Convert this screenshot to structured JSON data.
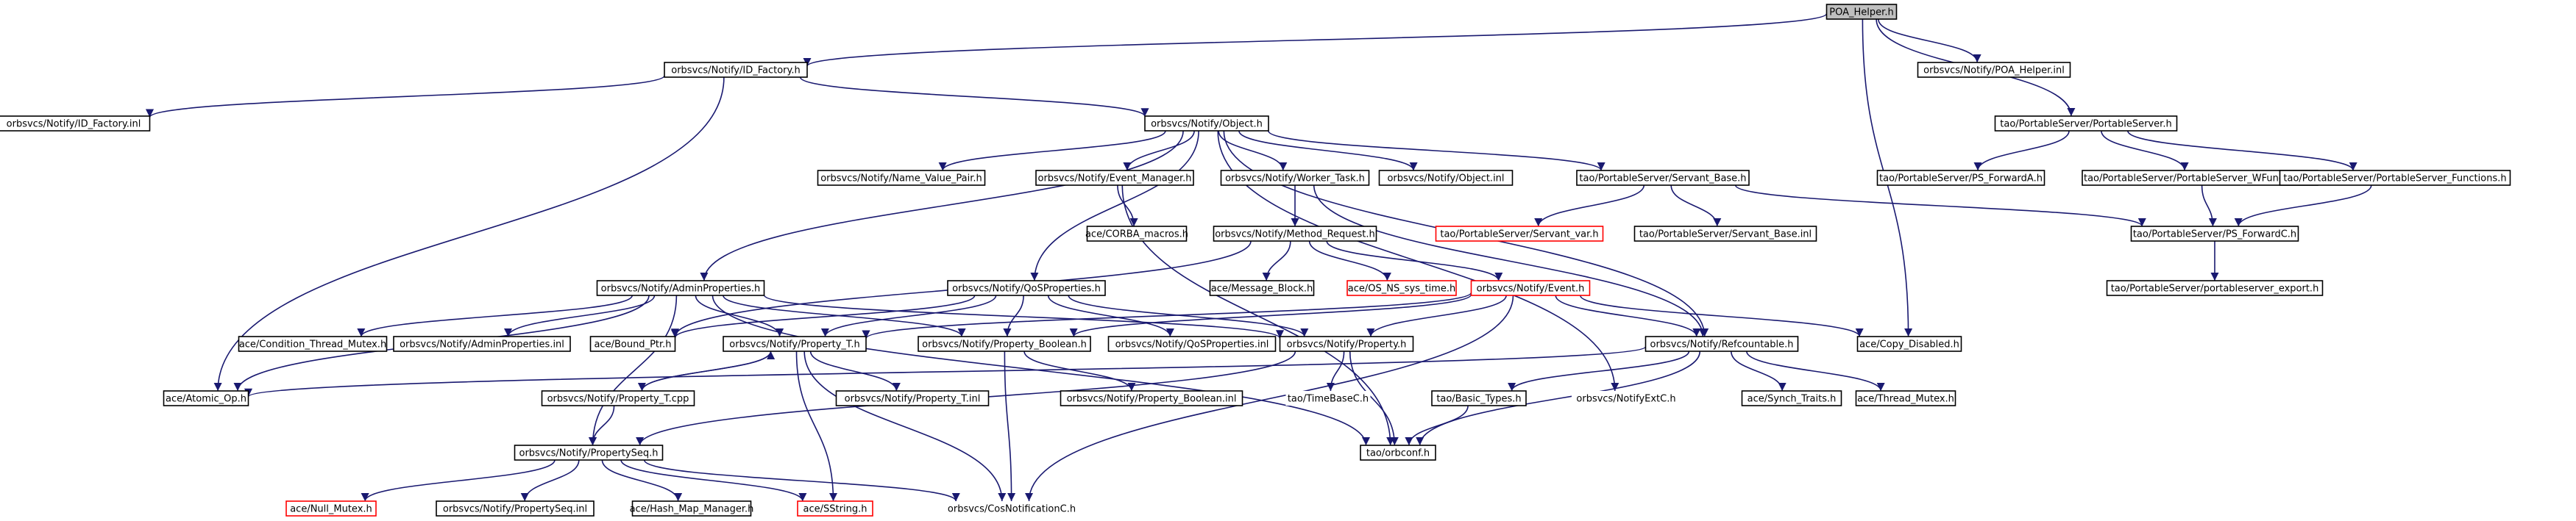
{
  "colors": {
    "edge": "#191970",
    "edge_gray": "#c0c0c0",
    "root_fill": "#bfbfbf",
    "box_stroke": "#000000",
    "red_stroke": "#ff0000",
    "gray_text": "#888888"
  },
  "nodes": [
    {
      "id": "n_poa",
      "label": "POA_Helper.h",
      "style": "root"
    },
    {
      "id": "n_idf",
      "label": "orbsvcs/Notify/ID_Factory.h",
      "style": "normal"
    },
    {
      "id": "n_poainl",
      "label": "orbsvcs/Notify/POA_Helper.inl",
      "style": "normal"
    },
    {
      "id": "n_ps",
      "label": "tao/PortableServer/PortableServer.h",
      "style": "normal"
    },
    {
      "id": "n_idfinl",
      "label": "orbsvcs/Notify/ID_Factory.inl",
      "style": "normal"
    },
    {
      "id": "n_obj",
      "label": "orbsvcs/Notify/Object.h",
      "style": "normal"
    },
    {
      "id": "n_psfa",
      "label": "tao/PortableServer/PS_ForwardA.h",
      "style": "normal"
    },
    {
      "id": "n_pswf",
      "label": "tao/PortableServer/PortableServer_WFunctions.h",
      "style": "normal"
    },
    {
      "id": "n_psfn",
      "label": "tao/PortableServer/PortableServer_Functions.h",
      "style": "normal"
    },
    {
      "id": "n_nvp",
      "label": "orbsvcs/Notify/Name_Value_Pair.h",
      "style": "normal"
    },
    {
      "id": "n_evm",
      "label": "orbsvcs/Notify/Event_Manager.h",
      "style": "normal"
    },
    {
      "id": "n_wt",
      "label": "orbsvcs/Notify/Worker_Task.h",
      "style": "normal"
    },
    {
      "id": "n_objinl",
      "label": "orbsvcs/Notify/Object.inl",
      "style": "normal"
    },
    {
      "id": "n_sb",
      "label": "tao/PortableServer/Servant_Base.h",
      "style": "normal"
    },
    {
      "id": "n_psfc",
      "label": "tao/PortableServer/PS_ForwardC.h",
      "style": "normal"
    },
    {
      "id": "n_corba",
      "label": "ace/CORBA_macros.h",
      "style": "normal"
    },
    {
      "id": "n_mr",
      "label": "orbsvcs/Notify/Method_Request.h",
      "style": "normal"
    },
    {
      "id": "n_svar",
      "label": "tao/PortableServer/Servant_var.h",
      "style": "red"
    },
    {
      "id": "n_sbinl",
      "label": "tao/PortableServer/Servant_Base.inl",
      "style": "normal"
    },
    {
      "id": "n_psexp",
      "label": "tao/PortableServer/portableserver_export.h",
      "style": "normal"
    },
    {
      "id": "n_mb",
      "label": "ace/Message_Block.h",
      "style": "normal"
    },
    {
      "id": "n_osns",
      "label": "ace/OS_NS_sys_time.h",
      "style": "red"
    },
    {
      "id": "n_ap",
      "label": "orbsvcs/Notify/AdminProperties.h",
      "style": "normal"
    },
    {
      "id": "n_qos",
      "label": "orbsvcs/Notify/QoSProperties.h",
      "style": "normal"
    },
    {
      "id": "n_ev",
      "label": "orbsvcs/Notify/Event.h",
      "style": "red"
    },
    {
      "id": "n_ctm",
      "label": "ace/Condition_Thread_Mutex.h",
      "style": "normal"
    },
    {
      "id": "n_apinl",
      "label": "orbsvcs/Notify/AdminProperties.inl",
      "style": "normal"
    },
    {
      "id": "n_bptr",
      "label": "ace/Bound_Ptr.h",
      "style": "normal"
    },
    {
      "id": "n_propt",
      "label": "orbsvcs/Notify/Property_T.h",
      "style": "normal"
    },
    {
      "id": "n_propb",
      "label": "orbsvcs/Notify/Property_Boolean.h",
      "style": "normal"
    },
    {
      "id": "n_qosinl",
      "label": "orbsvcs/Notify/QoSProperties.inl",
      "style": "normal"
    },
    {
      "id": "n_prop",
      "label": "orbsvcs/Notify/Property.h",
      "style": "normal"
    },
    {
      "id": "n_ref",
      "label": "orbsvcs/Notify/Refcountable.h",
      "style": "normal"
    },
    {
      "id": "n_cd",
      "label": "ace/Copy_Disabled.h",
      "style": "normal"
    },
    {
      "id": "n_atom",
      "label": "ace/Atomic_Op.h",
      "style": "normal"
    },
    {
      "id": "n_proptcpp",
      "label": "orbsvcs/Notify/Property_T.cpp",
      "style": "normal"
    },
    {
      "id": "n_proptinl",
      "label": "orbsvcs/Notify/Property_T.inl",
      "style": "normal"
    },
    {
      "id": "n_propbinl",
      "label": "orbsvcs/Notify/Property_Boolean.inl",
      "style": "normal"
    },
    {
      "id": "n_tbc",
      "label": "tao/TimeBaseC.h",
      "style": "gray"
    },
    {
      "id": "n_bt",
      "label": "tao/Basic_Types.h",
      "style": "normal"
    },
    {
      "id": "n_extc",
      "label": "orbsvcs/NotifyExtC.h",
      "style": "gray"
    },
    {
      "id": "n_st",
      "label": "ace/Synch_Traits.h",
      "style": "normal"
    },
    {
      "id": "n_tm",
      "label": "ace/Thread_Mutex.h",
      "style": "normal"
    },
    {
      "id": "n_pseq",
      "label": "orbsvcs/Notify/PropertySeq.h",
      "style": "normal"
    },
    {
      "id": "n_orbconf",
      "label": "tao/orbconf.h",
      "style": "normal"
    },
    {
      "id": "n_nm",
      "label": "ace/Null_Mutex.h",
      "style": "red"
    },
    {
      "id": "n_pseqinl",
      "label": "orbsvcs/Notify/PropertySeq.inl",
      "style": "normal"
    },
    {
      "id": "n_hmm",
      "label": "ace/Hash_Map_Manager.h",
      "style": "normal"
    },
    {
      "id": "n_sstr",
      "label": "ace/SString.h",
      "style": "red"
    },
    {
      "id": "n_cosn",
      "label": "orbsvcs/CosNotificationC.h",
      "style": "gray"
    }
  ],
  "edges": [
    [
      "n_poa",
      "n_idf"
    ],
    [
      "n_poa",
      "n_poainl"
    ],
    [
      "n_poa",
      "n_ps"
    ],
    [
      "n_poa",
      "n_cd"
    ],
    [
      "n_idf",
      "n_idfinl"
    ],
    [
      "n_idf",
      "n_obj"
    ],
    [
      "n_idf",
      "n_atom"
    ],
    [
      "n_ps",
      "n_psfa"
    ],
    [
      "n_ps",
      "n_pswf"
    ],
    [
      "n_ps",
      "n_psfn"
    ],
    [
      "n_pswf",
      "n_psfc"
    ],
    [
      "n_psfn",
      "n_psfc"
    ],
    [
      "n_psfc",
      "n_psexp"
    ],
    [
      "n_obj",
      "n_nvp"
    ],
    [
      "n_obj",
      "n_evm"
    ],
    [
      "n_obj",
      "n_wt"
    ],
    [
      "n_obj",
      "n_objinl"
    ],
    [
      "n_obj",
      "n_sb"
    ],
    [
      "n_obj",
      "n_ap"
    ],
    [
      "n_obj",
      "n_qos"
    ],
    [
      "n_obj",
      "n_ref"
    ],
    [
      "n_obj",
      "n_extc"
    ],
    [
      "n_evm",
      "n_corba"
    ],
    [
      "n_evm",
      "n_orbconf"
    ],
    [
      "n_wt",
      "n_mr"
    ],
    [
      "n_wt",
      "n_ref"
    ],
    [
      "n_sb",
      "n_svar"
    ],
    [
      "n_sb",
      "n_sbinl"
    ],
    [
      "n_sb",
      "n_psfc"
    ],
    [
      "n_mr",
      "n_mb"
    ],
    [
      "n_mr",
      "n_osns"
    ],
    [
      "n_mr",
      "n_ev"
    ],
    [
      "n_mr",
      "n_bptr"
    ],
    [
      "n_ap",
      "n_ctm"
    ],
    [
      "n_ap",
      "n_apinl"
    ],
    [
      "n_ap",
      "n_atom"
    ],
    [
      "n_ap",
      "n_propt"
    ],
    [
      "n_ap",
      "n_propb"
    ],
    [
      "n_ap",
      "n_prop"
    ],
    [
      "n_ap",
      "n_pseq"
    ],
    [
      "n_ap",
      "n_orbconf"
    ],
    [
      "n_qos",
      "n_bptr"
    ],
    [
      "n_qos",
      "n_propt"
    ],
    [
      "n_qos",
      "n_propb"
    ],
    [
      "n_qos",
      "n_qosinl"
    ],
    [
      "n_qos",
      "n_prop"
    ],
    [
      "n_ev",
      "n_ref"
    ],
    [
      "n_ev",
      "n_cd"
    ],
    [
      "n_ev",
      "n_prop"
    ],
    [
      "n_ev",
      "n_propt"
    ],
    [
      "n_ev",
      "n_propb"
    ],
    [
      "n_ev",
      "n_cosn"
    ],
    [
      "n_propt",
      "n_proptinl"
    ],
    [
      "n_propt",
      "n_proptcpp"
    ],
    [
      "n_propt",
      "n_sstr"
    ],
    [
      "n_propt",
      "n_cosn"
    ],
    [
      "n_proptcpp",
      "n_propt"
    ],
    [
      "n_proptcpp",
      "n_pseq"
    ],
    [
      "n_propb",
      "n_propbinl"
    ],
    [
      "n_propb",
      "n_cosn"
    ],
    [
      "n_prop",
      "n_tbc"
    ],
    [
      "n_prop",
      "n_pseq"
    ],
    [
      "n_prop",
      "n_orbconf"
    ],
    [
      "n_ref",
      "n_bt"
    ],
    [
      "n_ref",
      "n_st"
    ],
    [
      "n_ref",
      "n_tm"
    ],
    [
      "n_ref",
      "n_orbconf"
    ],
    [
      "n_ref",
      "n_atom"
    ],
    [
      "n_bt",
      "n_orbconf"
    ],
    [
      "n_pseq",
      "n_nm"
    ],
    [
      "n_pseq",
      "n_pseqinl"
    ],
    [
      "n_pseq",
      "n_hmm"
    ],
    [
      "n_pseq",
      "n_sstr"
    ],
    [
      "n_pseq",
      "n_cosn"
    ]
  ]
}
